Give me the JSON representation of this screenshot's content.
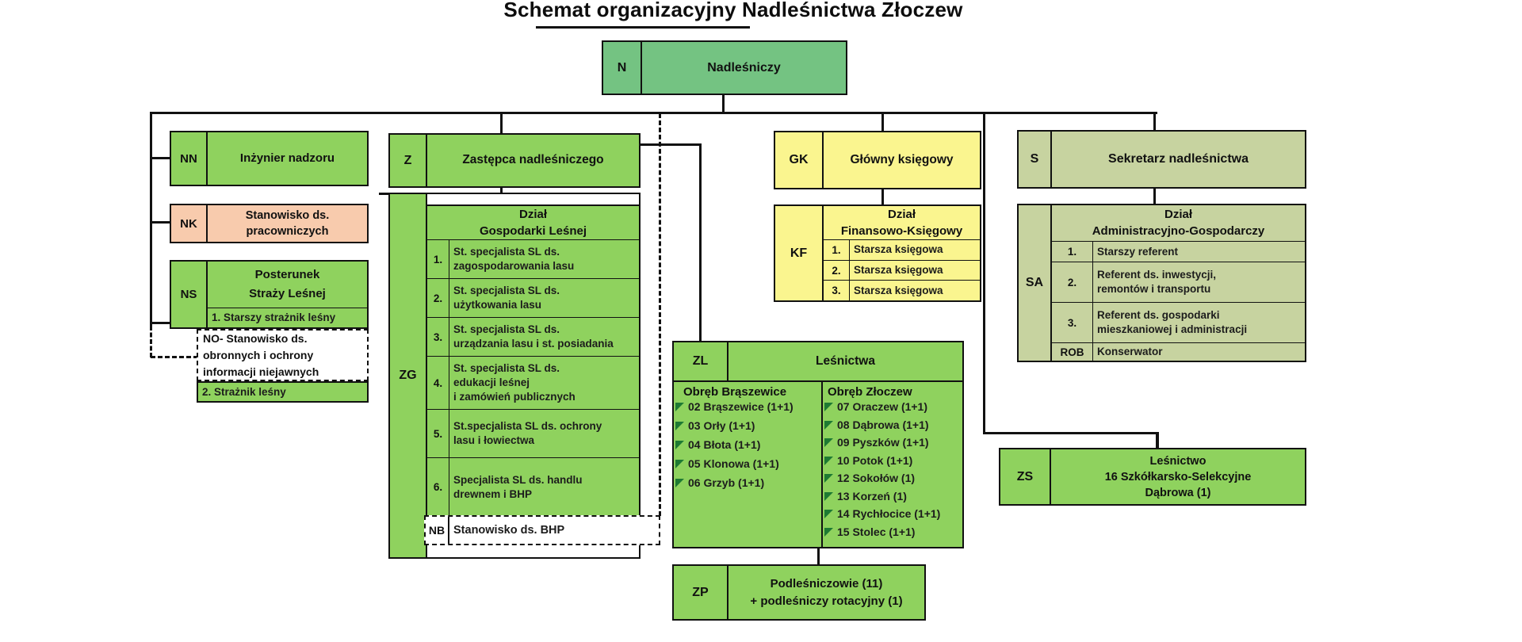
{
  "title": {
    "text": "Schemat organizacyjny Nadleśnictwa Złoczew"
  },
  "colors": {
    "box_green": "#8FD25E",
    "top_box_green": "#74C382",
    "peach": "#F8CBAD",
    "yellow": "#FAF58F",
    "sage_green": "#C7D3A0",
    "line": "#111111",
    "flag_green": "#1E7A33"
  },
  "nodes": {
    "n": {
      "code": "N",
      "title": "Nadleśniczy"
    },
    "nn": {
      "code": "NN",
      "title": "Inżynier nadzoru"
    },
    "nk": {
      "code": "NK",
      "lines": [
        "Stanowisko ds.",
        "pracowniczych"
      ]
    },
    "ns": {
      "code": "NS",
      "header": [
        "Posterunek",
        "Straży Leśnej"
      ],
      "row1": "1. Starszy strażnik leśny",
      "no_box": [
        "NO-  Stanowisko ds.",
        "obronnych i ochrony",
        "informacji niejawnych"
      ],
      "row2": "2. Strażnik leśny"
    },
    "z": {
      "code": "Z",
      "title": "Zastępca nadleśniczego"
    },
    "zg": {
      "code": "ZG",
      "header": [
        "Dział",
        "Gospodarki Leśnej"
      ],
      "rows": [
        {
          "num": "1.",
          "lines": [
            "St. specjalista SL ds.",
            "zagospodarowania lasu"
          ]
        },
        {
          "num": "2.",
          "lines": [
            "St. specjalista SL ds.",
            "użytkowania lasu"
          ]
        },
        {
          "num": "3.",
          "lines": [
            "St. specjalista SL ds.",
            "urządzania lasu i st. posiadania"
          ]
        },
        {
          "num": "4.",
          "lines": [
            "St. specjalista SL ds.",
            "edukacji leśnej",
            "i zamówień publicznych"
          ]
        },
        {
          "num": "5.",
          "lines": [
            "St.specjalista SL ds. ochrony",
            "lasu i łowiectwa"
          ]
        },
        {
          "num": "6.",
          "lines": [
            "Specjalista SL ds. handlu",
            "drewnem i BHP"
          ]
        }
      ],
      "nb": {
        "num": "NB",
        "label": "Stanowisko ds. BHP"
      }
    },
    "zl": {
      "code": "ZL",
      "title": "Leśnictwa",
      "obreby": [
        {
          "name": "Obręb Brąszewice",
          "items": [
            "02 Brąszewice (1+1)",
            "03 Orły (1+1)",
            "04 Błota (1+1)",
            "05 Klonowa (1+1)",
            "06 Grzyb (1+1)"
          ]
        },
        {
          "name": "Obręb Złoczew",
          "items": [
            "07 Oraczew (1+1)",
            "08 Dąbrowa (1+1)",
            "09 Pyszków (1+1)",
            "10 Potok (1+1)",
            "12 Sokołów (1)",
            "13 Korzeń (1)",
            "14 Rychłocice (1+1)",
            "15 Stolec (1+1)"
          ]
        }
      ]
    },
    "zp": {
      "code": "ZP",
      "lines": [
        "Podleśniczowie (11)",
        "+ podleśniczy rotacyjny (1)"
      ]
    },
    "gk": {
      "code": "GK",
      "title": "Główny księgowy"
    },
    "kf": {
      "code": "KF",
      "header": [
        "Dział",
        "Finansowo-Księgowy"
      ],
      "rows": [
        {
          "num": "1.",
          "label": "Starsza księgowa"
        },
        {
          "num": "2.",
          "label": "Starsza księgowa"
        },
        {
          "num": "3.",
          "label": "Starsza księgowa"
        }
      ]
    },
    "s": {
      "code": "S",
      "title": "Sekretarz nadleśnictwa"
    },
    "sa": {
      "code": "SA",
      "header": [
        "Dział",
        "Administracyjno-Gospodarczy"
      ],
      "rows": [
        {
          "num": "1.",
          "lines": [
            "Starszy referent"
          ]
        },
        {
          "num": "2.",
          "lines": [
            "Referent ds. inwestycji,",
            "remontów i transportu"
          ]
        },
        {
          "num": "3.",
          "lines": [
            "Referent ds. gospodarki",
            "mieszkaniowej i administracji"
          ]
        },
        {
          "num": "ROB",
          "lines": [
            "Konserwator"
          ]
        }
      ]
    },
    "zs": {
      "code": "ZS",
      "lines": [
        "Leśnictwo",
        "16 Szkółkarsko-Selekcyjne",
        "Dąbrowa (1)"
      ]
    }
  }
}
